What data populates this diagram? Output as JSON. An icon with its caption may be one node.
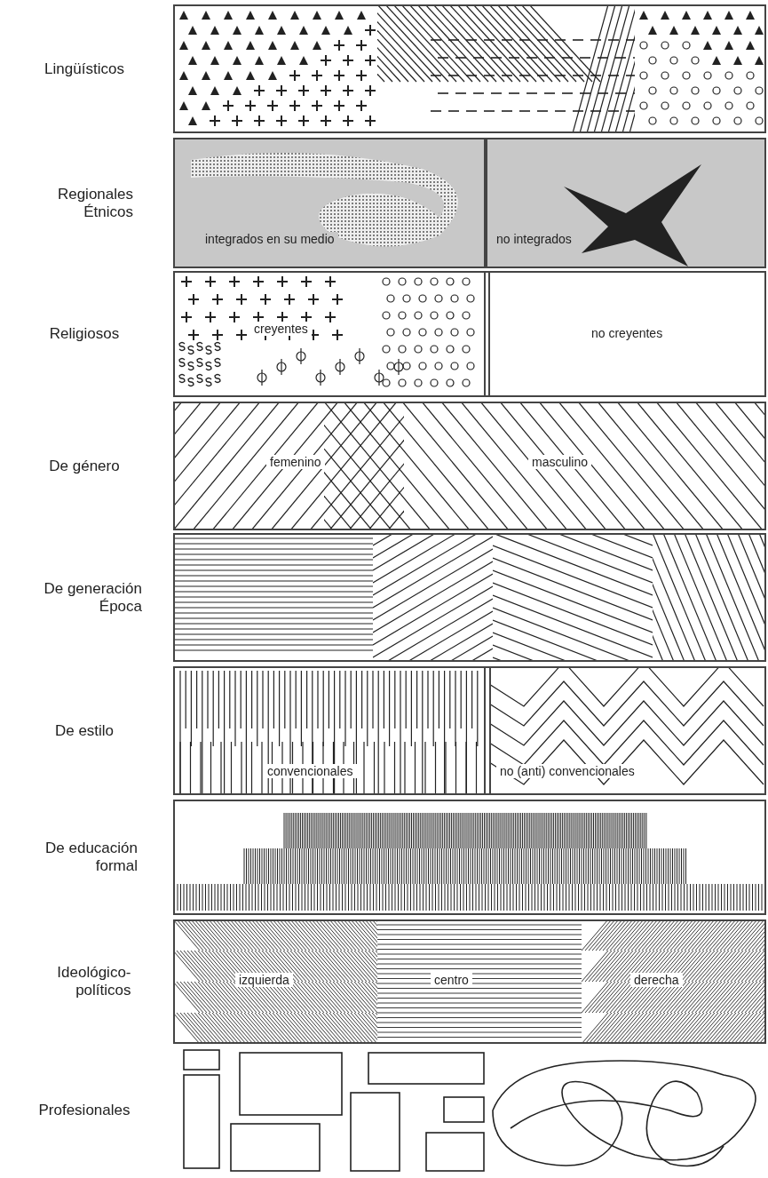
{
  "diagram": {
    "nodes": [
      {
        "text": [
          "Lingüísticos"
        ]
      },
      {
        "text": [
          "Regionales Étnicos"
        ]
      },
      {
        "text": [
          "integrados en su medio"
        ],
        "in": 1
      },
      {
        "text": [
          "no integrados"
        ],
        "in": 1
      },
      {
        "text": [
          "Religiosos"
        ]
      },
      {
        "text": [
          "creyentes"
        ],
        "in": 4
      },
      {
        "text": [
          "no creyentes"
        ],
        "in": 4
      },
      {
        "text": [
          "De género"
        ]
      },
      {
        "text": [
          "De generación Época"
        ]
      },
      {
        "text": [
          "De estilo"
        ]
      },
      {
        "text": [
          "convencionales"
        ],
        "in": 9
      },
      {
        "text": [
          "no (anti) convencionales"
        ],
        "in": 9
      },
      {
        "text": [
          "De educación formal"
        ]
      },
      {
        "text": [
          "Ideológico-políticos"
        ]
      },
      {
        "text": [
          "Profesionales"
        ]
      }
    ],
    "labels": [
      "femenino",
      "masculino",
      "izquierda",
      "centro",
      "derecha"
    ]
  }
}
